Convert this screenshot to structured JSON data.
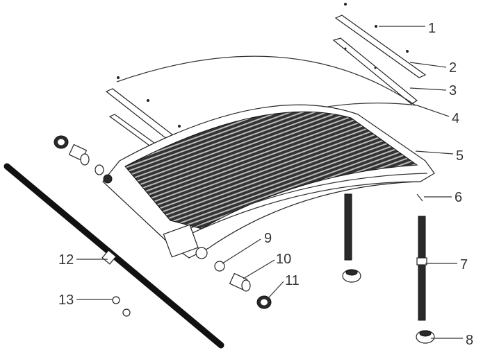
{
  "diagram": {
    "type": "exploded-parts-view",
    "callouts": [
      "1",
      "2",
      "3",
      "4",
      "5",
      "6",
      "7",
      "8",
      "9",
      "10",
      "11",
      "12",
      "13"
    ]
  }
}
